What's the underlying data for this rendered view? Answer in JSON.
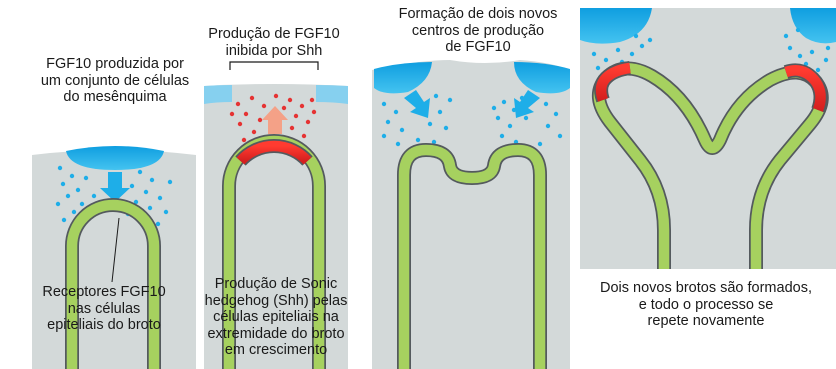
{
  "colors": {
    "tissue": "#d3d9d9",
    "fgf10": "#1eaee8",
    "fgf10_light": "#86d0ef",
    "epithelium": "#a6d15f",
    "epithelium_outline": "#545a5e",
    "shh": "#e62a2a",
    "shh_dots": "#e53333",
    "shh_arrow": "#f4a187"
  },
  "labels": {
    "panel1_top": [
      "FGF10 produzida por",
      "um conjunto de células",
      "do mesênquima"
    ],
    "panel1_bottom": [
      "Receptores FGF10",
      "nas células",
      "epiteliais do broto"
    ],
    "panel2_top": [
      "Produção de FGF10",
      "inibida por Shh"
    ],
    "panel2_bottom": [
      "Produção de Sonic",
      "hedgehog (Shh) pelas",
      "células epiteliais na",
      "extremidade do broto",
      "em crescimento"
    ],
    "panel3_top": [
      "Formação de dois novos",
      "centros de produção",
      "de FGF10"
    ],
    "panel4_bottom": [
      "Dois novos brotos são formados,",
      "e todo o processo se",
      "repete novamente"
    ]
  }
}
